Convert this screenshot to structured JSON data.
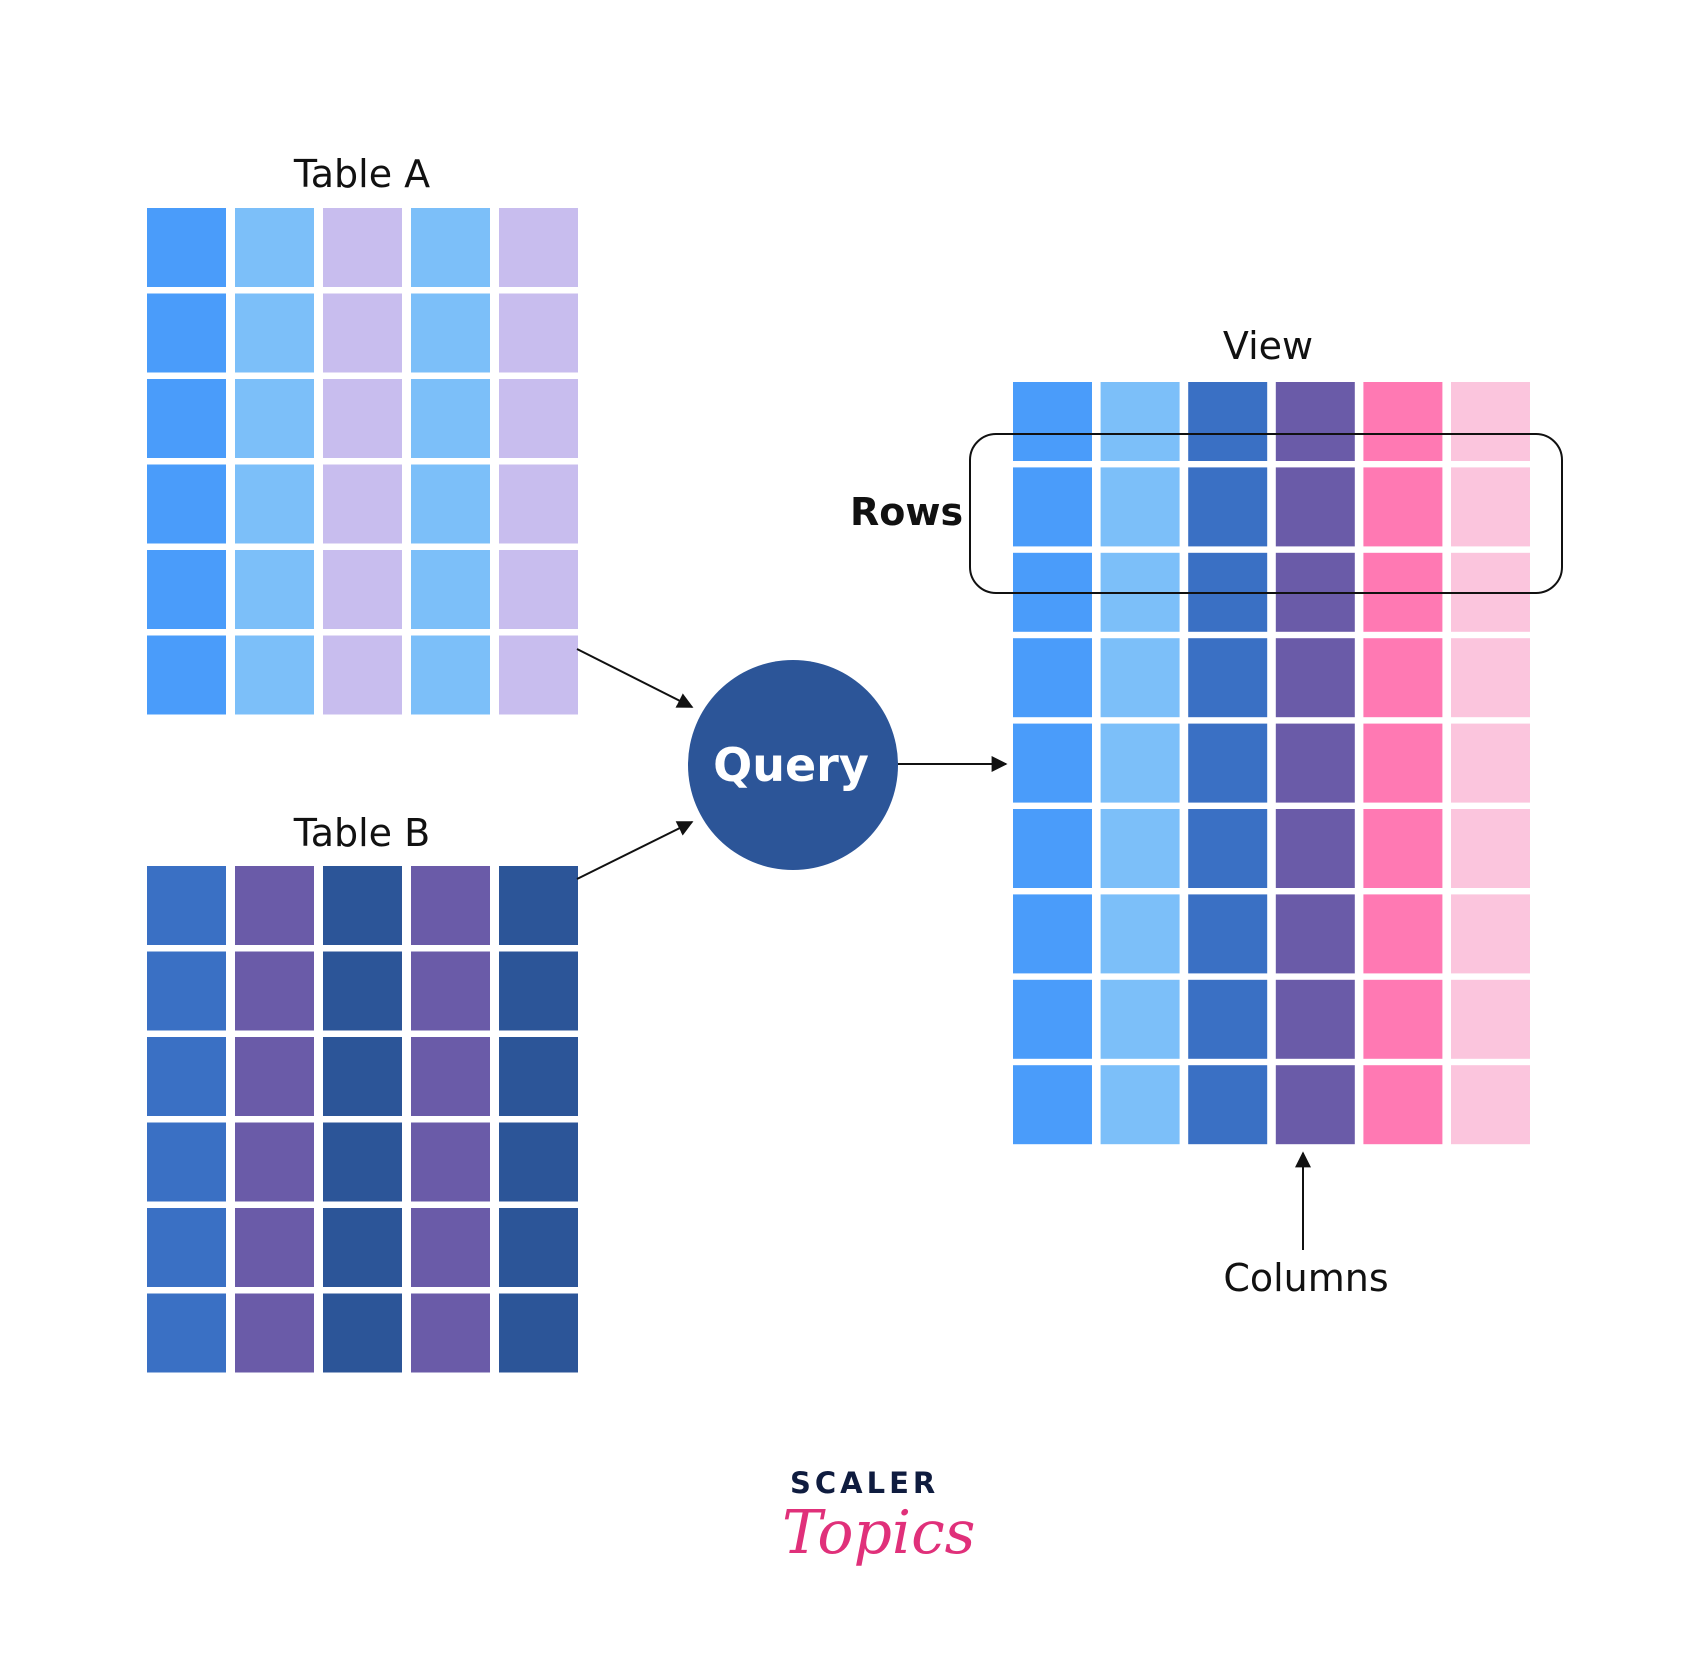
{
  "labels": {
    "table_a": "Table A",
    "table_b": "Table B",
    "query": "Query",
    "view": "View",
    "rows": "Rows",
    "columns": "Columns"
  },
  "logo": {
    "line1": "SCALER",
    "line2": "Topics"
  },
  "tables": {
    "table_a": {
      "rows": 6,
      "column_colors": [
        "#4a9cfa",
        "#7cbff9",
        "#c8bdee",
        "#7cbff9",
        "#c8bdee"
      ]
    },
    "table_b": {
      "rows": 6,
      "column_colors": [
        "#3a70c4",
        "#6a5ba8",
        "#2c5598",
        "#6a5ba8",
        "#2c5598"
      ]
    },
    "view": {
      "rows": 9,
      "column_colors": [
        "#4a9cfa",
        "#7cbff9",
        "#3a70c4",
        "#6a5ba8",
        "#ff79b3",
        "#fbc5dd"
      ]
    }
  },
  "colors": {
    "query_circle": "#2c5598",
    "query_text": "#ffffff",
    "arrows": "#111111",
    "logo_dark": "#0f1c3f",
    "logo_pink": "#e0307a"
  }
}
